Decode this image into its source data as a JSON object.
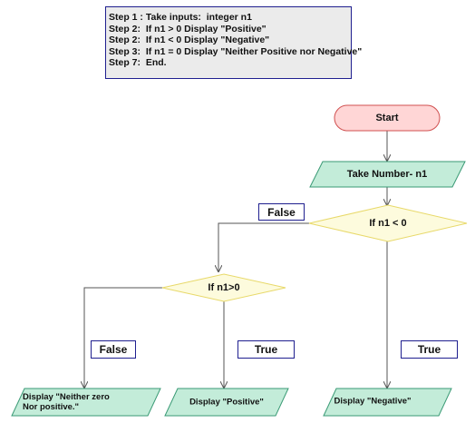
{
  "steps": [
    "Step 1 : Take inputs:  integer n1",
    "Step 2:  If n1 > 0 Display \"Positive\"",
    "Step 2:  If n1 < 0 Display \"Negative\"",
    "Step 3:  If n1 = 0 Display \"Neither Positive nor Negative\"",
    "Step 7:  End."
  ],
  "nodes": {
    "start": "Start",
    "input": "Take Number- n1",
    "decision1": "If n1 < 0",
    "decision2": "If n1>0",
    "out_neither_line1": "Display \"Neither zero",
    "out_neither_line2": "Nor positive.\"",
    "out_positive": "Display \"Positive\"",
    "out_negative": "Display \"Negative\""
  },
  "edge_labels": {
    "d1_false": "False",
    "d2_false": "False",
    "d2_true": "True",
    "d1_true": "True"
  },
  "colors": {
    "start_fill": "#ffd6d6",
    "start_border": "#d05050",
    "io_fill": "#c3ecd9",
    "io_border": "#3a9a75",
    "decision_fill": "#fdfbdd",
    "decision_border": "#e8d96a",
    "label_border": "#1f1f8f",
    "connector": "#555555"
  }
}
